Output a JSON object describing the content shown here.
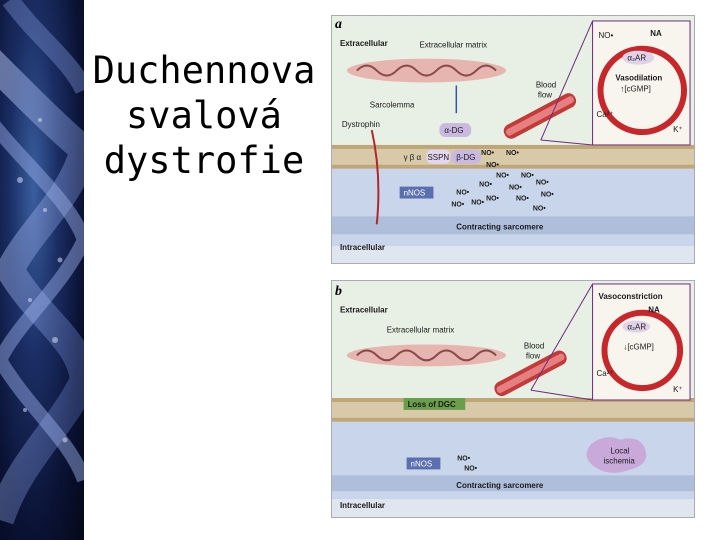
{
  "slide": {
    "title_lines": [
      "Duchennova",
      "svalová",
      "dystrofie"
    ]
  },
  "panel_a": {
    "letter": "a",
    "extracellular": "Extracellular",
    "matrix": "Extracellular matrix",
    "blood_flow_1": "Blood",
    "blood_flow_2": "flow",
    "sarcolemma": "Sarcolemma",
    "dystrophin": "Dystrophin",
    "alpha_dg": "α-DG",
    "beta_dg": "β-DG",
    "sspn": "SSPN",
    "sg": "γ β α",
    "nnos": "nNOS",
    "contracting": "Contracting sarcomere",
    "intracellular": "Intracellular",
    "no_radical": "NO•",
    "na": "NA",
    "alpha2ar": "α₂AR",
    "vasodilation": "Vasodilation",
    "cgmp": "↑[cGMP]",
    "ca": "Ca²⁺",
    "k": "K⁺"
  },
  "panel_b": {
    "letter": "b",
    "extracellular": "Extracellular",
    "matrix": "Extracellular matrix",
    "blood_flow_1": "Blood",
    "blood_flow_2": "flow",
    "loss_dgc": "Loss of DGC",
    "nnos": "nNOS",
    "no_radical": "NO•",
    "local_1": "Local",
    "local_2": "ischemia",
    "contracting": "Contracting sarcomere",
    "intracellular": "Intracellular",
    "vasoconstriction": "Vasoconstriction",
    "na": "NA",
    "alpha2ar": "α₂AR",
    "cgmp": "↓[cGMP]",
    "ca": "Ca²⁺",
    "k": "K⁺"
  }
}
